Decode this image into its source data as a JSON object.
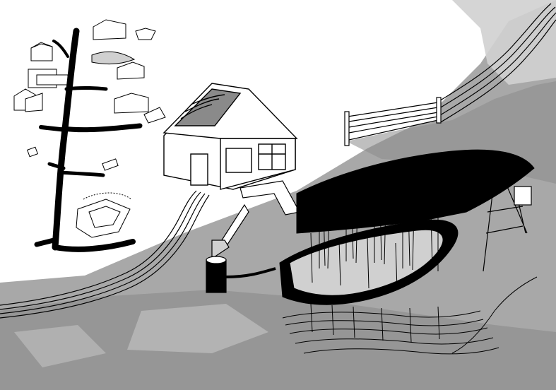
{
  "illustration": {
    "palette": {
      "paper": "#ffffff",
      "ink": "#000000",
      "wash_light": "#d0d0d0",
      "wash_mid": "#a8a8a8",
      "wash_dark": "#8a8a8a"
    },
    "elements": [
      "village-map-cluster",
      "black-branching-road",
      "central-house",
      "downspout-pipes",
      "water-barrel",
      "rain-garden-bed",
      "reeds-and-grasses",
      "wooden-fence",
      "ground-soil-layers",
      "water-pipes-underground",
      "wooden-ladder-structure"
    ]
  }
}
